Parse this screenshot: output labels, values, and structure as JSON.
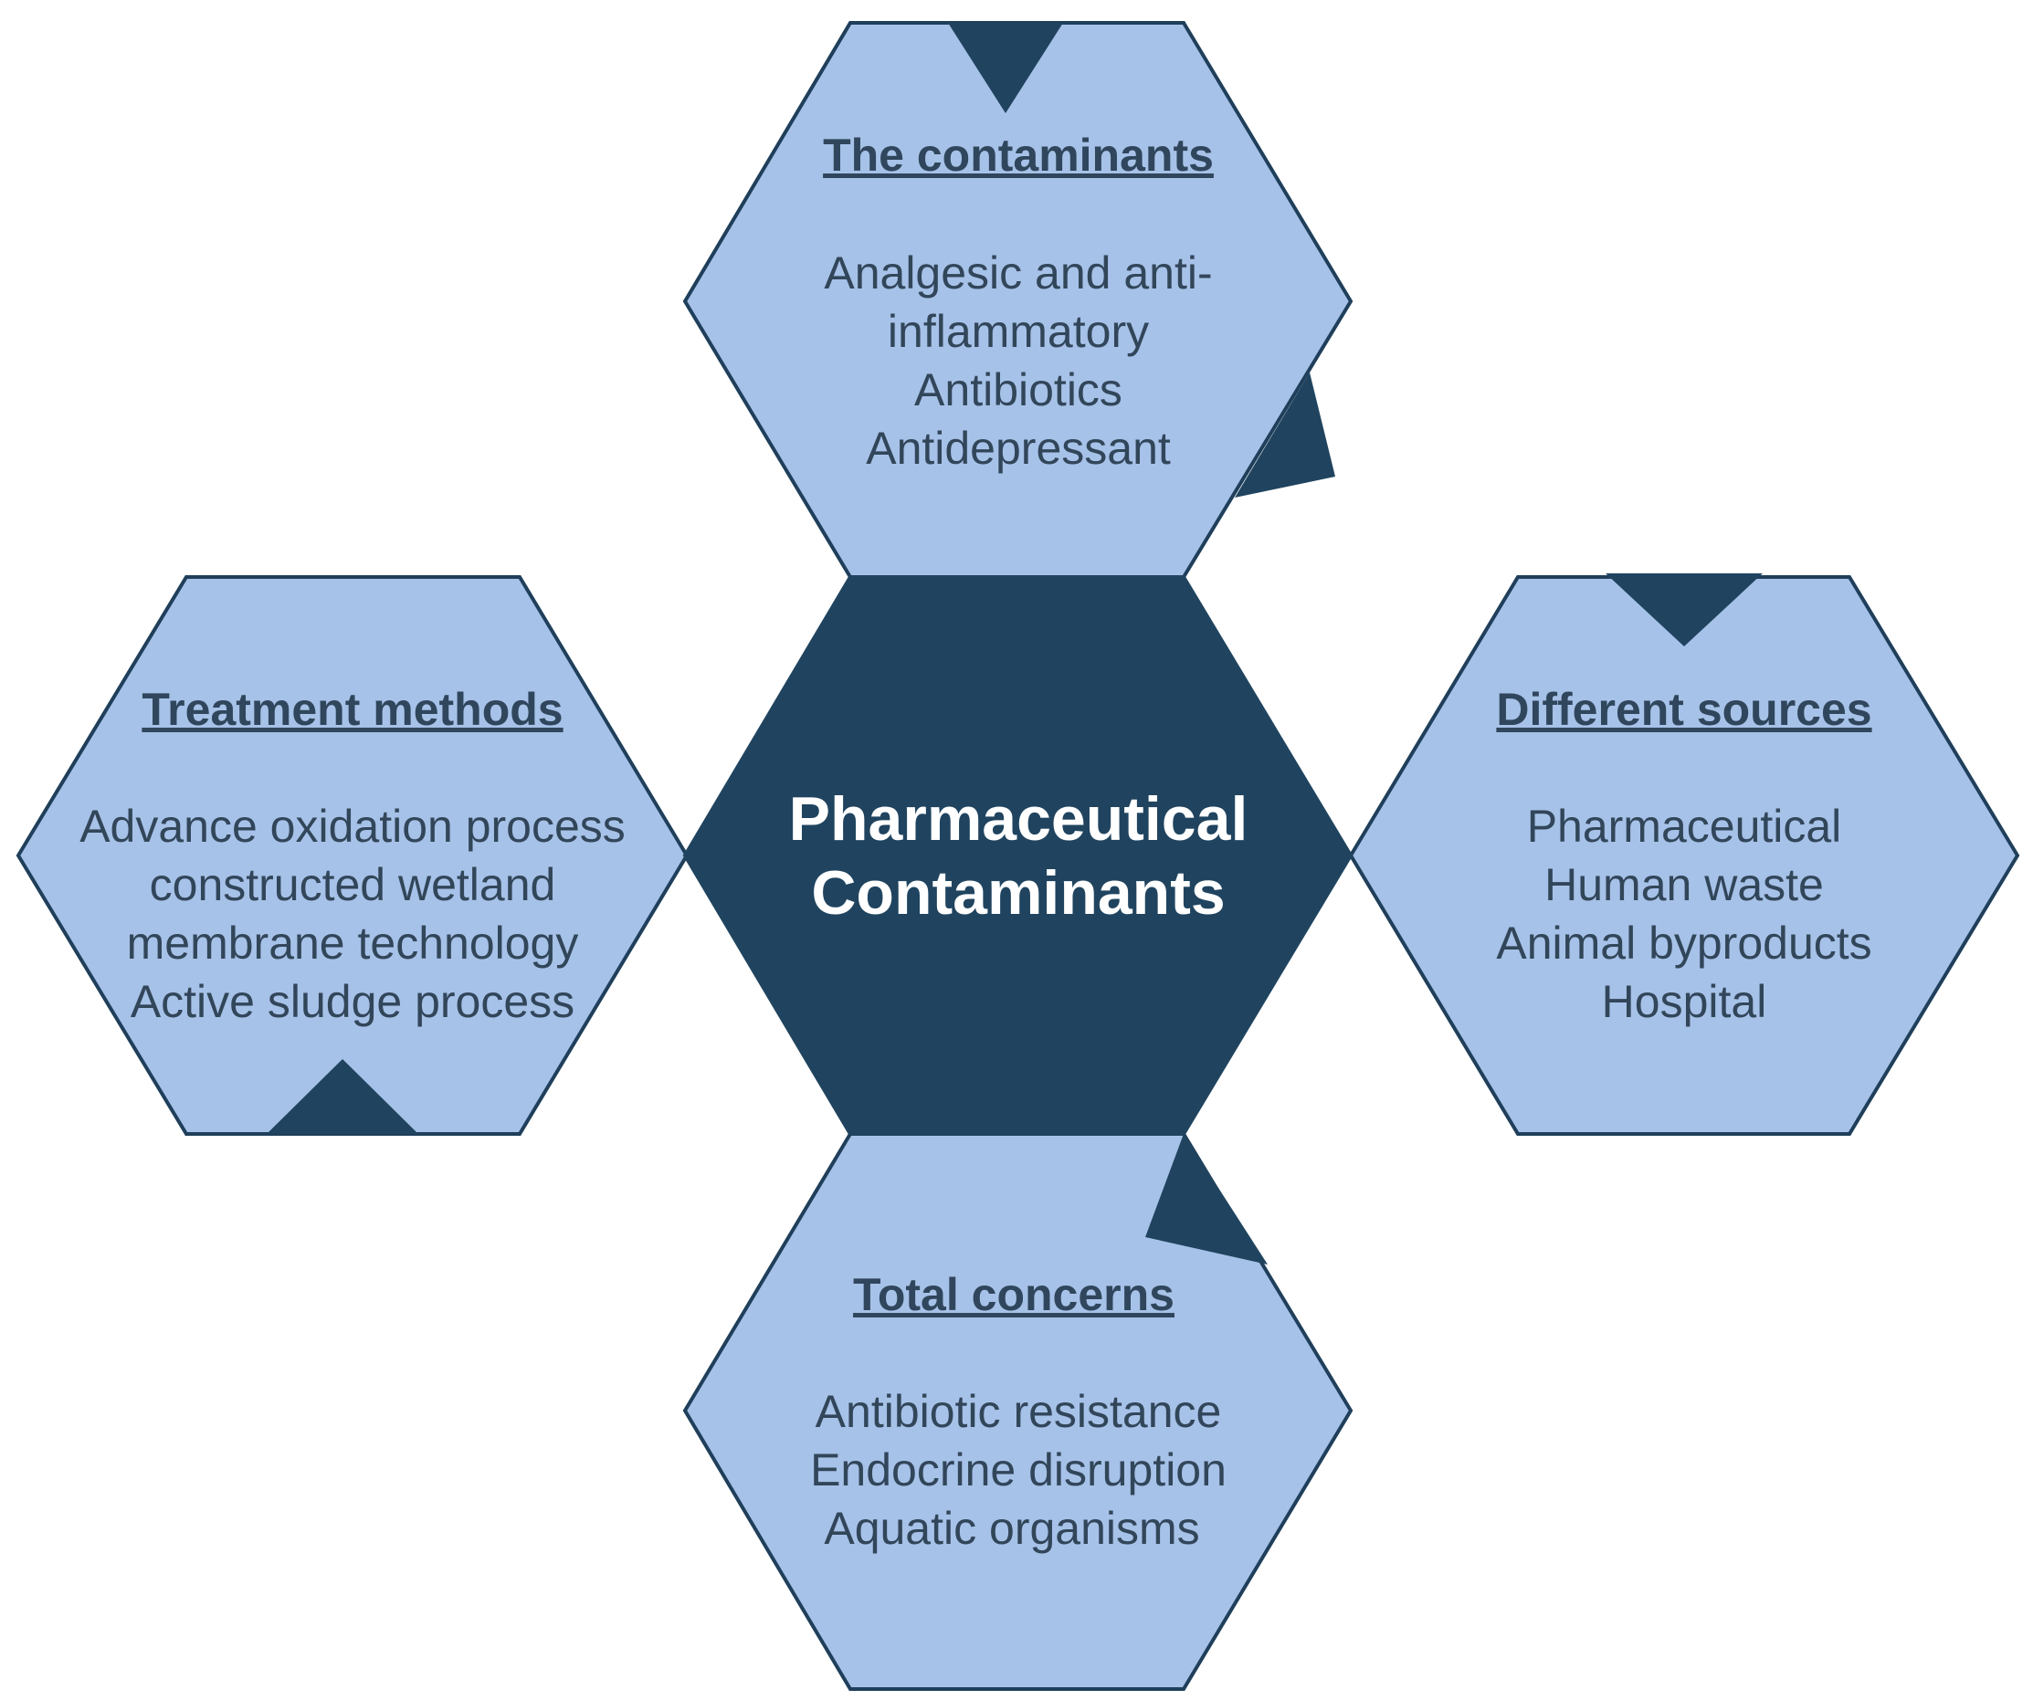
{
  "center": {
    "line1": "Pharmaceutical",
    "line2": "Contaminants"
  },
  "top": {
    "heading": "The contaminants",
    "items": [
      "Analgesic and anti-",
      "inflammatory",
      "Antibiotics",
      "Antidepressant"
    ]
  },
  "left": {
    "heading": "Treatment methods",
    "items": [
      "Advance oxidation process",
      "constructed wetland",
      "membrane technology",
      "Active sludge process"
    ]
  },
  "right": {
    "heading": "Different sources",
    "items": [
      "Pharmaceutical",
      "Human waste",
      "Animal byproducts",
      "Hospital"
    ]
  },
  "bottom": {
    "heading": "Total concerns",
    "items": [
      "Antibiotic resistance",
      "Endocrine disruption",
      "Aquatic organisms"
    ]
  },
  "colors": {
    "hex_fill": "#a7c2e8",
    "hex_dark": "#20445f",
    "text": "#32465a"
  }
}
